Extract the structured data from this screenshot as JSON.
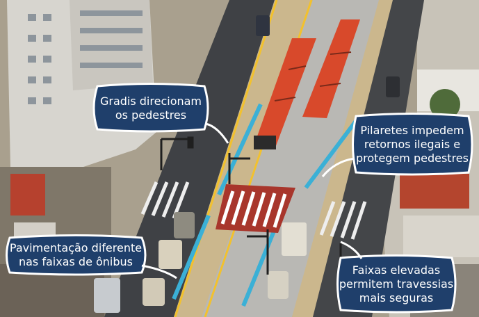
{
  "callouts": {
    "gradis": {
      "lines": [
        "Gradis direcionam",
        "os pedestres"
      ]
    },
    "pilaretes": {
      "lines": [
        "Pilaretes impedem",
        "retornos ilegais e",
        "protegem pedestres"
      ]
    },
    "pavimentacao": {
      "lines": [
        "Pavimentação diferente",
        "nas faixas de ônibus"
      ]
    },
    "faixas": {
      "lines": [
        "Faixas elevadas",
        "permitem travessias",
        "mais seguras"
      ]
    }
  },
  "colors": {
    "callout_fill": "#1f3f6b",
    "callout_border": "#ffffff",
    "bus_red": "#d8492b",
    "railing_blue": "#3bb0d6",
    "median_yellow": "#f2c12e"
  }
}
